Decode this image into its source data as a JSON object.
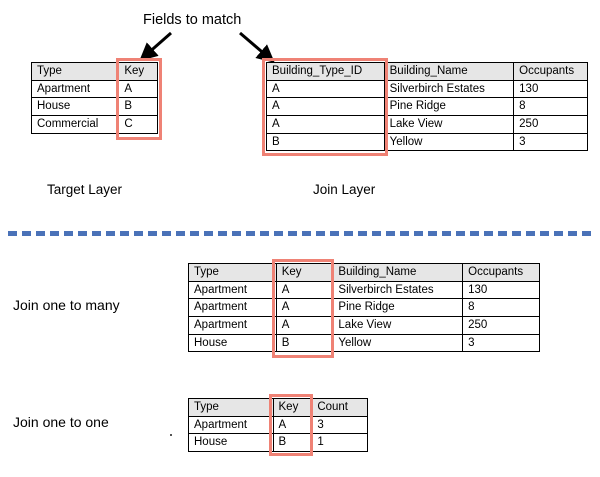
{
  "diagram": {
    "title_annotation": "Fields to match",
    "target_layer_caption": "Target Layer",
    "join_layer_caption": "Join Layer",
    "one_to_many_label": "Join one to many",
    "one_to_one_label": "Join one to one",
    "accent_highlight_color": "#ef8275",
    "divider_color": "#4a72b8",
    "header_fill_color": "#e6e6e6"
  },
  "target_layer_table": {
    "headers": [
      "Type",
      "Key"
    ],
    "rows": [
      [
        "Apartment",
        "A"
      ],
      [
        "House",
        "B"
      ],
      [
        "Commercial",
        "C"
      ]
    ]
  },
  "join_layer_table": {
    "headers": [
      "Building_Type_ID",
      "Building_Name",
      "Occupants"
    ],
    "rows": [
      [
        "A",
        "Silverbirch Estates",
        "130"
      ],
      [
        "A",
        "Pine Ridge",
        "8"
      ],
      [
        "A",
        "Lake View",
        "250"
      ],
      [
        "B",
        "Yellow",
        "3"
      ]
    ]
  },
  "one_to_many_table": {
    "headers": [
      "Type",
      "Key",
      "Building_Name",
      "Occupants"
    ],
    "rows": [
      [
        "Apartment",
        "A",
        "Silverbirch Estates",
        "130"
      ],
      [
        "Apartment",
        "A",
        "Pine Ridge",
        "8"
      ],
      [
        "Apartment",
        "A",
        "Lake View",
        "250"
      ],
      [
        "House",
        "B",
        "Yellow",
        "3"
      ]
    ]
  },
  "one_to_one_table": {
    "headers": [
      "Type",
      "Key",
      "Count"
    ],
    "rows": [
      [
        "Apartment",
        "A",
        "3"
      ],
      [
        "House",
        "B",
        "1"
      ]
    ]
  }
}
